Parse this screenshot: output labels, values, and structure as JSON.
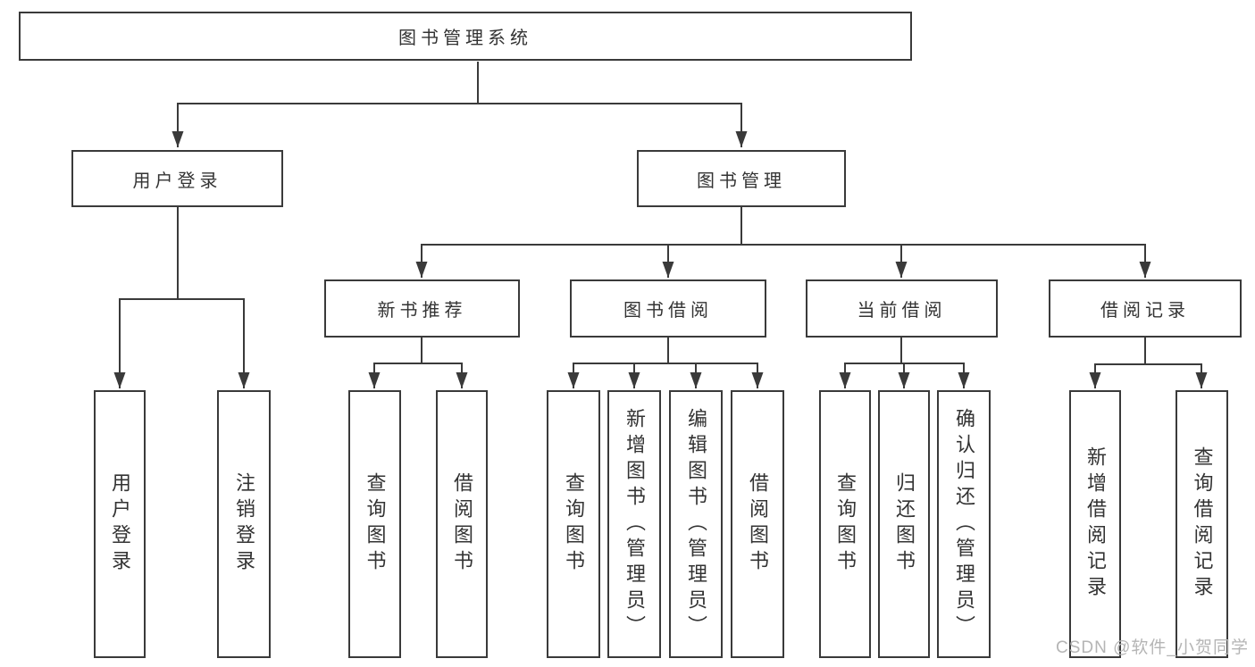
{
  "diagram": {
    "title": "图书管理系统",
    "branches": [
      {
        "label": "用户登录",
        "children": [
          {
            "label": "用户登录"
          },
          {
            "label": "注销登录"
          }
        ]
      },
      {
        "label": "图书管理",
        "children": [
          {
            "label": "新书推荐",
            "children": [
              {
                "label": "查询图书"
              },
              {
                "label": "借阅图书"
              }
            ]
          },
          {
            "label": "图书借阅",
            "children": [
              {
                "label": "查询图书"
              },
              {
                "label": "新增图书（管理员）"
              },
              {
                "label": "编辑图书（管理员）"
              },
              {
                "label": "借阅图书"
              }
            ]
          },
          {
            "label": "当前借阅",
            "children": [
              {
                "label": "查询图书"
              },
              {
                "label": "归还图书"
              },
              {
                "label": "确认归还（管理员）"
              }
            ]
          },
          {
            "label": "借阅记录",
            "children": [
              {
                "label": "新增借阅记录"
              },
              {
                "label": "查询借阅记录"
              }
            ]
          }
        ]
      }
    ]
  },
  "watermark": {
    "text": "CSDN @软件_小贺同学"
  },
  "colors": {
    "line": "#3a3a3a",
    "box_border": "#3a3a3a",
    "text": "#333333",
    "box_background": "#ffffff",
    "watermark": "#b5b5b5"
  }
}
